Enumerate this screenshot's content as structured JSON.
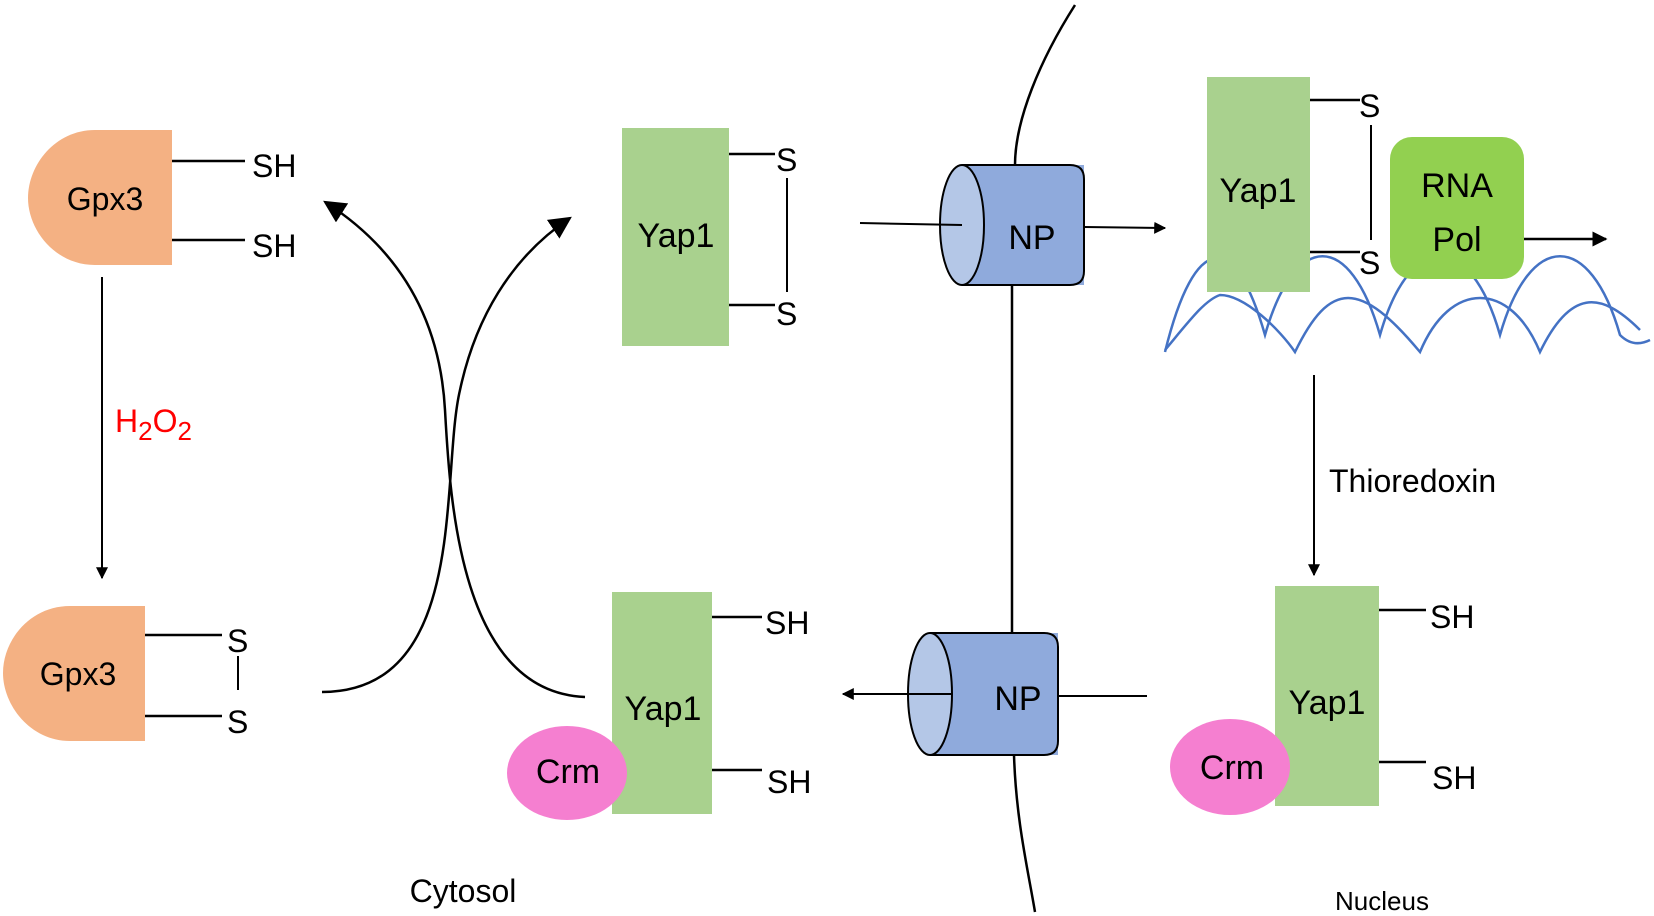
{
  "colors": {
    "gpx3": "#F4B183",
    "yap1": "#A9D18E",
    "np_body": "#8FAADC",
    "np_cap": "#B4C7E7",
    "crm": "#F57FD0",
    "rna_pol": "#92D050",
    "dna": "#4472C4",
    "h2o2": "#FF0000"
  },
  "labels": {
    "gpx3_reduced": "Gpx3",
    "gpx3_oxidized": "Gpx3",
    "yap1_ox_cyto": "Yap1",
    "yap1_ox_nuc": "Yap1",
    "yap1_red_nuc": "Yap1",
    "yap1_red_cyto": "Yap1",
    "crm_nuc": "Crm",
    "crm_cyto": "Crm",
    "np_top": "NP",
    "np_bottom": "NP",
    "rna_pol_line1": "RNA",
    "rna_pol_line2": "Pol",
    "sh": "SH",
    "s": "S",
    "h2o2_h": "H",
    "h2o2_sub1": "2",
    "h2o2_o": "O",
    "h2o2_sub2": "2",
    "thioredoxin": "Thioredoxin",
    "cytosol": "Cytosol",
    "nucleus": "Nucleus"
  }
}
